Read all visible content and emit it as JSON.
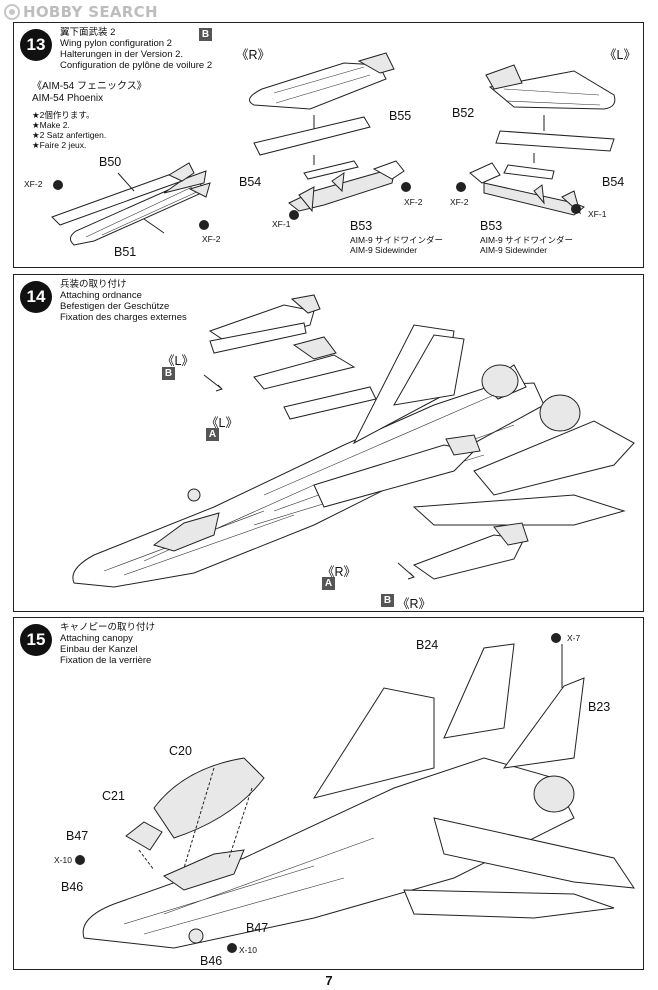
{
  "watermark": "HOBBY SEARCH",
  "page_number": "7",
  "step13": {
    "number": "13",
    "title_jp": "翼下面武装 2",
    "title_en": "Wing pylon configuration 2",
    "title_de": "Halterungen in der Version 2.",
    "title_fr": "Configuration de pylône de voilure 2",
    "version_badge": "B",
    "weapon_jp": "《AIM-54 フェニックス》",
    "weapon_en": "AIM-54 Phoenix",
    "note_jp": "★2個作ります。",
    "note_en": "★Make 2.",
    "note_de": "★2 Satz anfertigen.",
    "note_fr": "★Faire 2 jeux.",
    "side_r": "《R》",
    "side_l": "《L》",
    "parts": {
      "b50": "B50",
      "b51": "B51",
      "b55": "B55",
      "b54_r": "B54",
      "b53_r": "B53",
      "b52": "B52",
      "b54_l": "B54",
      "b53_l": "B53"
    },
    "colors": {
      "xf2_a": "XF-2",
      "xf2_b": "XF-2",
      "xf2_c": "XF-2",
      "xf1_r": "XF-1",
      "xf2_d": "XF-2",
      "xf1_l": "XF-1"
    },
    "sidewinder_jp_r": "AIM-9 サイドワインダー",
    "sidewinder_en_r": "AIM-9 Sidewinder",
    "sidewinder_jp_l": "AIM-9 サイドワインダー",
    "sidewinder_en_l": "AIM-9 Sidewinder"
  },
  "step14": {
    "number": "14",
    "title_jp": "兵装の取り付け",
    "title_en": "Attaching ordnance",
    "title_de": "Befestigen der Geschütze",
    "title_fr": "Fixation des charges externes",
    "label_l_b": "《L》",
    "badge_l_b": "B",
    "label_l_a": "《L》",
    "badge_l_a": "A",
    "label_r_a": "《R》",
    "badge_r_a": "A",
    "badge_b_r": "B",
    "label_b_r": "《R》"
  },
  "step15": {
    "number": "15",
    "title_jp": "キャノピーの取り付け",
    "title_en": "Attaching canopy",
    "title_de": "Einbau der Kanzel",
    "title_fr": "Fixation de la verrière",
    "parts": {
      "b24": "B24",
      "b23": "B23",
      "c20": "C20",
      "c21": "C21",
      "b47_a": "B47",
      "b46_a": "B46",
      "b47_b": "B47",
      "b46_b": "B46"
    },
    "colors": {
      "x7": "X-7",
      "x10_a": "X-10",
      "x10_b": "X-10"
    }
  }
}
